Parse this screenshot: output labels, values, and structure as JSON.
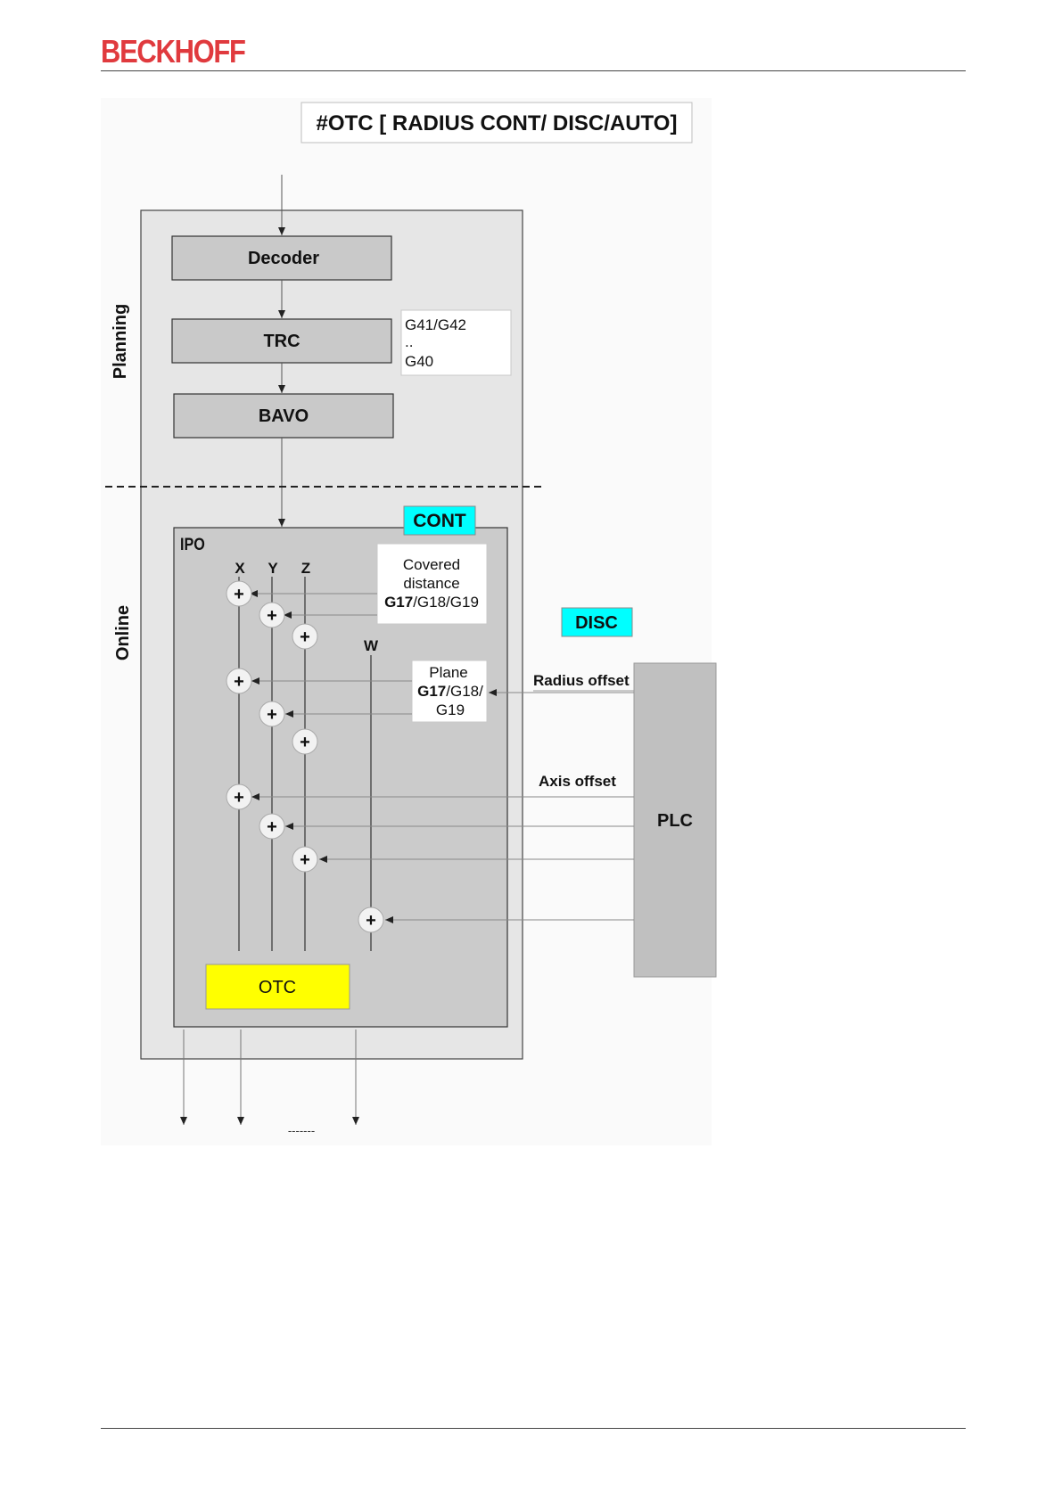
{
  "brand": {
    "logo_text": "BECKHOFF",
    "logo_color": "#e03a3e"
  },
  "diagram": {
    "title": "#OTC [ RADIUS CONT/ DISC/AUTO]",
    "sections": {
      "planning": "Planning",
      "online": "Online"
    },
    "blocks": {
      "decoder": "Decoder",
      "trc": "TRC",
      "bavo": "BAVO",
      "ipo": "IPO",
      "otc": "OTC",
      "plc": "PLC"
    },
    "trc_note": {
      "line1": "G41/G42",
      "line2": "..",
      "line3": "G40"
    },
    "tags": {
      "cont": "CONT",
      "disc": "DISC"
    },
    "covered_distance": {
      "line1": "Covered",
      "line2": "distance",
      "bold": "G17",
      "rest": "/G18/G19"
    },
    "plane": {
      "line1": "Plane",
      "bold": "G17",
      "rest": "/G18/",
      "line3": "G19"
    },
    "axes": {
      "x": "X",
      "y": "Y",
      "z": "Z",
      "w": "W"
    },
    "junction_symbol": "+",
    "labels": {
      "radius_offset": "Radius offset",
      "axis_offset": "Axis offset",
      "continuation": "-------"
    },
    "colors": {
      "cyan": "#00ffff",
      "yellow": "#ffff00",
      "block_gray": "#c9c9c9",
      "panel_gray": "#e6e6e6",
      "ipo_gray": "#cbcbcb",
      "plc_gray": "#c0c0c0"
    }
  }
}
